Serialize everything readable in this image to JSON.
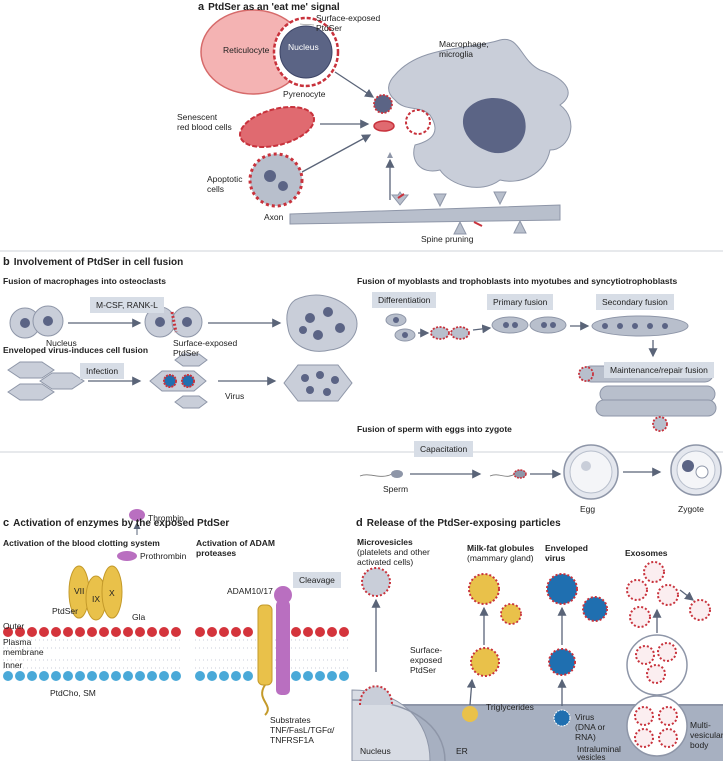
{
  "panel_a": {
    "letter": "a",
    "title": "PtdSer as an 'eat me' signal",
    "reticulocyte": "Reticulocyte",
    "nucleus": "Nucleus",
    "pyrenocyte": "Pyrenocyte",
    "surface_exposed": "Surface-exposed",
    "ptdser": "PtdSer",
    "macrophage_l1": "Macrophage,",
    "macrophage_l2": "microglia",
    "senescent_l1": "Senescent",
    "senescent_l2": "red blood cells",
    "apoptotic_l1": "Apoptotic",
    "apoptotic_l2": "cells",
    "axon": "Axon",
    "spine_pruning": "Spine pruning"
  },
  "panel_b": {
    "letter": "b",
    "title": "Involvement of PtdSer in cell fusion",
    "osteo_title": "Fusion of macrophages into osteoclasts",
    "mcsf": "M-CSF, RANK-L",
    "nucleus": "Nucleus",
    "surface_exposed": "Surface-exposed",
    "ptdser": "PtdSer",
    "virus_title": "Enveloped virus-induces cell fusion",
    "infection": "Infection",
    "virus": "Virus",
    "myo_title": "Fusion of myoblasts and trophoblasts into myotubes and syncytiotrophoblasts",
    "differentiation": "Differentiation",
    "primary_fusion": "Primary fusion",
    "secondary_fusion": "Secondary fusion",
    "maintenance": "Maintenance/repair fusion",
    "sperm_title": "Fusion of sperm with eggs into zygote",
    "capacitation": "Capacitation",
    "sperm": "Sperm",
    "egg": "Egg",
    "zygote": "Zygote"
  },
  "panel_c": {
    "letter": "c",
    "title": "Activation of enzymes by the exposed PtdSer",
    "clotting_title": "Activation of the blood clotting system",
    "adam_l1": "Activation of ADAM",
    "adam_l2": "proteases",
    "thrombin": "Thrombin",
    "prothrombin": "Prothrombin",
    "vii": "VII",
    "ix": "IX",
    "x": "X",
    "gla": "Gla",
    "ptdser": "PtdSer",
    "outer": "Outer",
    "plasma_l1": "Plasma",
    "plasma_l2": "membrane",
    "inner": "Inner",
    "ptdcho": "PtdCho, SM",
    "adam10": "ADAM10/17",
    "cleavage": "Cleavage",
    "substrates_l1": "Substrates",
    "substrates_l2": "TNF/FasL/TGFα/",
    "substrates_l3": "TNFRSF1A"
  },
  "panel_d": {
    "letter": "d",
    "title": "Release of the PtdSer-exposing particles",
    "microvesicles": "Microvesicles",
    "mv_sub_l1": "(platelets and other",
    "mv_sub_l2": "activated cells)",
    "milkfat": "Milk-fat globules",
    "milkfat_sub": "(mammary gland)",
    "enveloped_l1": "Enveloped",
    "enveloped_l2": "virus",
    "exosomes": "Exosomes",
    "surface_l1": "Surface-",
    "surface_l2": "exposed",
    "surface_l3": "PtdSer",
    "triglycerides": "Triglycerides",
    "virus_l1": "Virus",
    "virus_l2": "(DNA or",
    "virus_l3": "RNA)",
    "intraluminal_l1": "Intraluminal",
    "intraluminal_l2": "vesicles",
    "multi_l1": "Multi-",
    "multi_l2": "vesicular",
    "multi_l3": "body",
    "nucleus": "Nucleus",
    "er": "ER"
  },
  "colors": {
    "cell_grey": "#9aa3b5",
    "cell_light": "#c9ced9",
    "ptdser_red": "#c8323c",
    "reticulocyte": "#f4b3b3",
    "lipid_yellow": "#e9c14a",
    "virus_blue": "#1f6fb0",
    "label_box": "#d7dde6",
    "protein_purple": "#b96fc0"
  }
}
